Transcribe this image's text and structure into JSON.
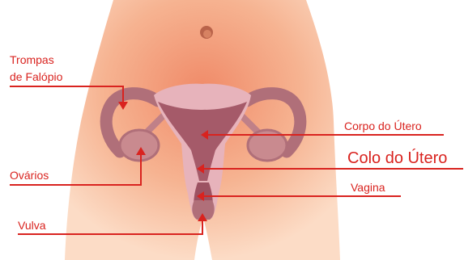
{
  "labels": {
    "trompas_line1": "Trompas",
    "trompas_line2": "de Falópio",
    "ovarios": "Ovários",
    "vulva": "Vulva",
    "corpo_utero": "Corpo do Útero",
    "colo_utero": "Colo do Útero",
    "vagina": "Vagina"
  },
  "colors": {
    "label_red": "#d9231f",
    "skin_center": "#f29c7a",
    "skin_edge": "#fbd6bd",
    "uterus_outer": "#e7b3bb",
    "uterus_inner": "#a55a69",
    "tube": "#b06f79",
    "ovary": "#c98a8f"
  }
}
